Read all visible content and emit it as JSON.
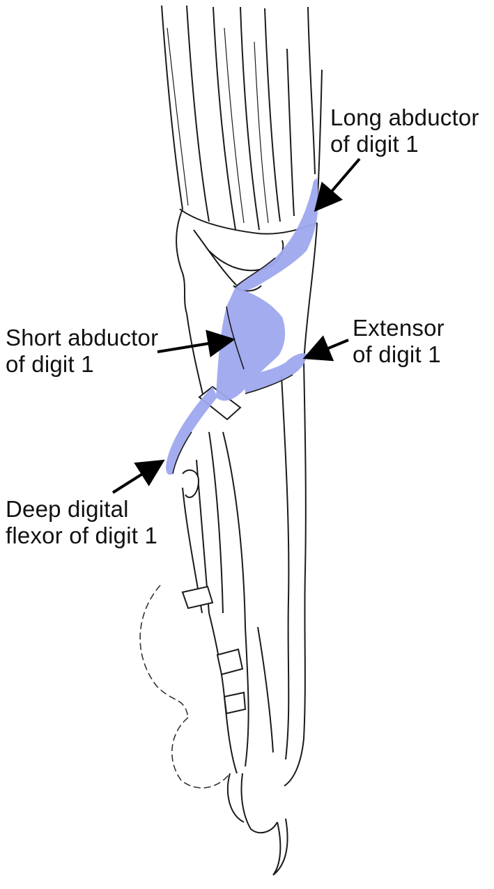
{
  "labels": {
    "long_abductor": {
      "line1": "Long abductor",
      "line2": "of digit 1"
    },
    "short_abductor": {
      "line1": "Short abductor",
      "line2": "of digit 1"
    },
    "extensor": {
      "line1": "Extensor",
      "line2": "of digit 1"
    },
    "deep_flexor": {
      "line1": "Deep digital",
      "line2": "flexor of digit 1"
    }
  },
  "colors": {
    "highlight": "#9fa8ef",
    "outline": "#1a1a1a",
    "arrow": "#000000"
  }
}
